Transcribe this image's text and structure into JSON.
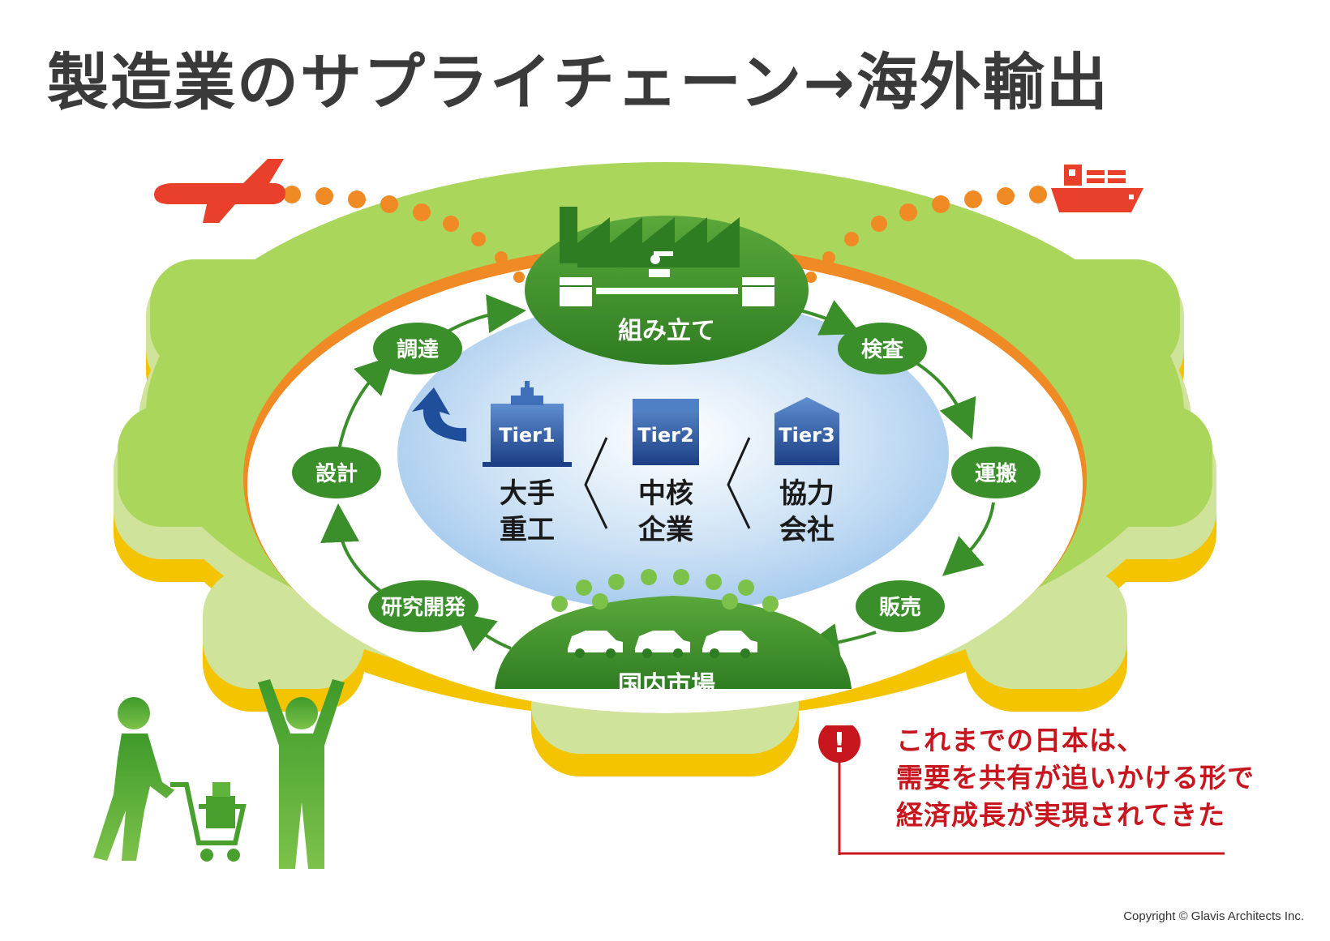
{
  "title": "製造業のサプライチェーン→海外輸出",
  "cycle": {
    "assembly": "組み立て",
    "inspection": "検査",
    "transport": "運搬",
    "sales": "販売",
    "domestic_market": "国内市場",
    "rnd": "研究開発",
    "design": "設計",
    "procurement": "調達"
  },
  "tiers": [
    {
      "tag": "Tier1",
      "line1": "大手",
      "line2": "重工"
    },
    {
      "tag": "Tier2",
      "line1": "中核",
      "line2": "企業"
    },
    {
      "tag": "Tier3",
      "line1": "協力",
      "line2": "会社"
    }
  ],
  "separator": "〈",
  "alert": {
    "mark": "!",
    "lines": [
      "これまでの日本は、",
      "需要を共有が追いかける形で",
      "経済成長が実現されてきた"
    ]
  },
  "copyright": "Copyright © Glavis Architects Inc.",
  "colors": {
    "green_dark": "#3b8f2a",
    "green_light": "#a9d65b",
    "orange": "#f08a24",
    "red": "#c7161e",
    "blue": "#1f4f9a"
  }
}
